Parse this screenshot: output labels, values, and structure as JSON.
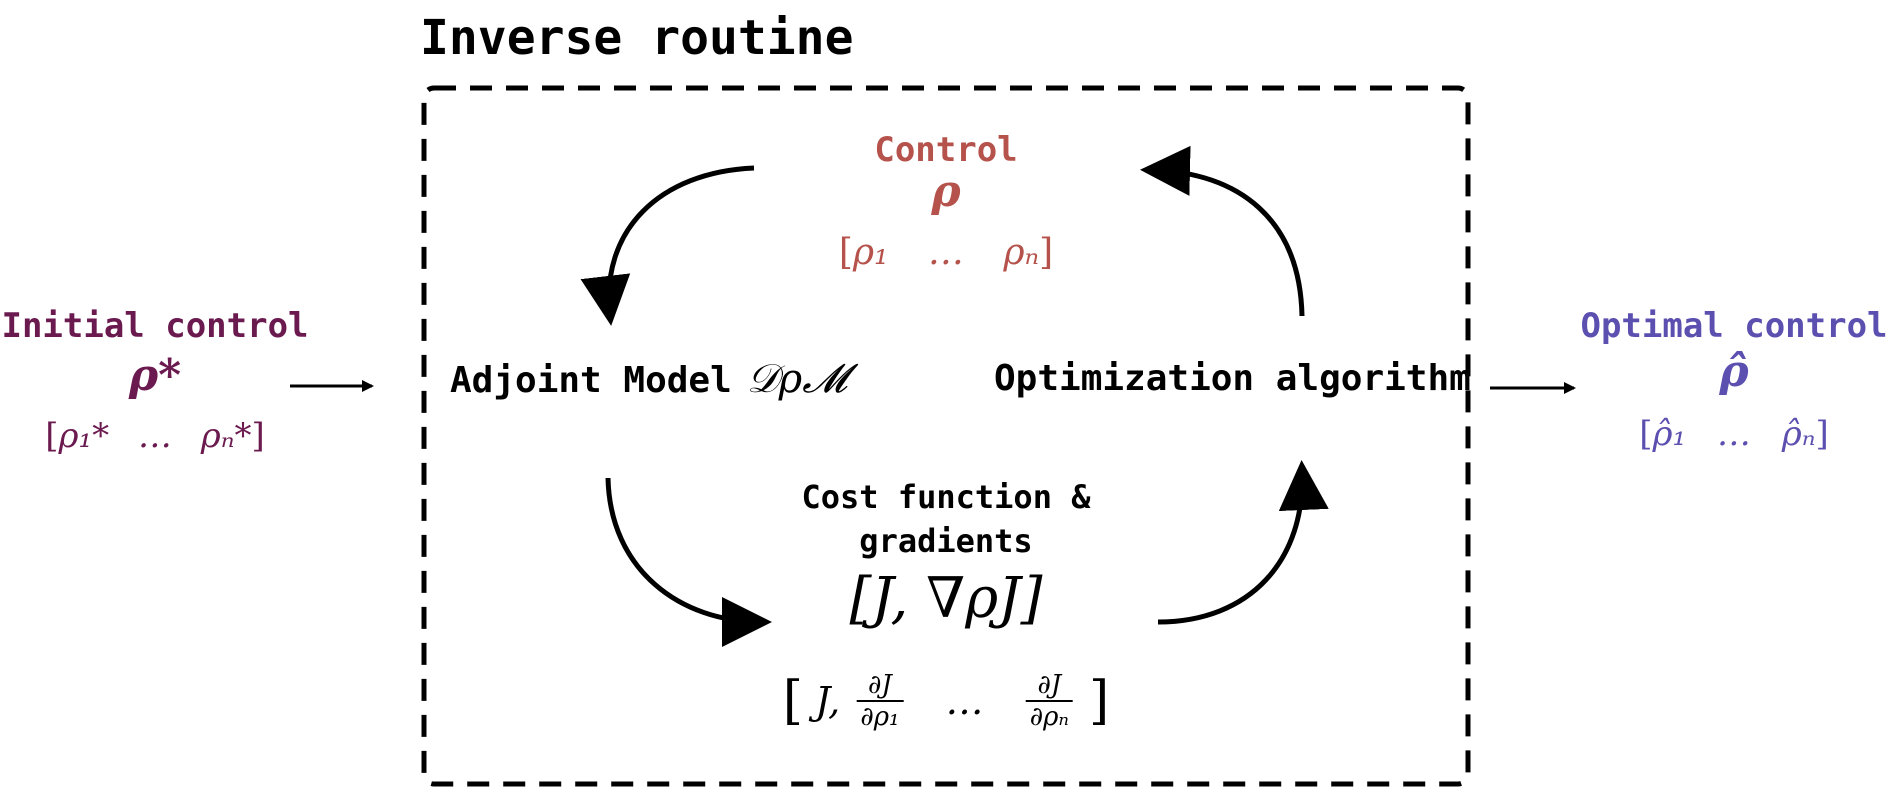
{
  "title": "Inverse routine",
  "initial": {
    "label": "Initial control",
    "symbol": "ρ*",
    "vector": [
      "ρ₁*",
      "…",
      "ρₙ*"
    ]
  },
  "control": {
    "label": "Control",
    "symbol": "ρ",
    "vector": [
      "ρ₁",
      "…",
      "ρₙ"
    ]
  },
  "adjoint": {
    "label": "Adjoint Model",
    "symbol": "𝒟ρ𝓜"
  },
  "optimization": {
    "label": "Optimization algorithm"
  },
  "cost": {
    "label_line1": "Cost function &",
    "label_line2": "gradients",
    "expression": "[J, ∇ρJ]",
    "expanded": {
      "first": "J,",
      "frac1_num": "∂J",
      "frac1_den": "∂ρ₁",
      "ellipsis": "…",
      "frac2_num": "∂J",
      "frac2_den": "∂ρₙ"
    }
  },
  "optimal": {
    "label": "Optimal control",
    "symbol": "ρ̂",
    "vector": [
      "ρ̂₁",
      "…",
      "ρ̂ₙ"
    ]
  },
  "colors": {
    "initial": "#6b1a4f",
    "control": "#b5524b",
    "optimal": "#5b4fb0",
    "text": "#000000"
  }
}
